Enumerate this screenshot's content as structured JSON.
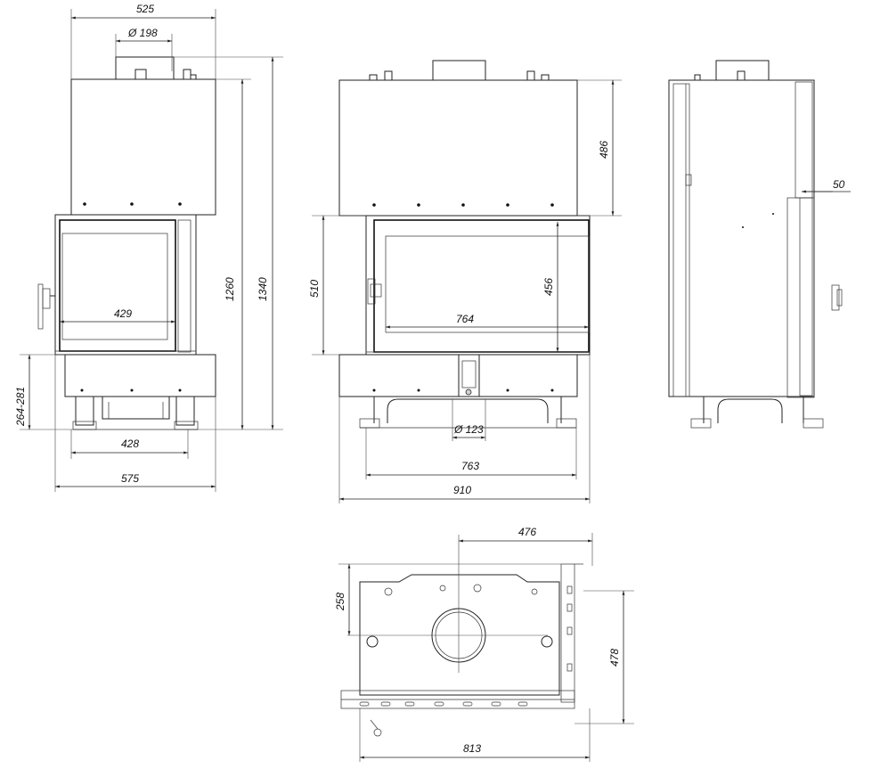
{
  "dimensions": {
    "front_top_width": "525",
    "flue_diameter": "Ø 198",
    "front_height_inner": "1260",
    "front_height_total": "1340",
    "front_glass_width": "429",
    "front_leg_range": "264-281",
    "front_base_width": "428",
    "front_total_width": "575",
    "side_hood_height": "486",
    "side_glass_height": "510",
    "side_glass_inner_height": "456",
    "side_glass_width": "764",
    "side_air_diameter": "Ø 123",
    "side_base_width": "763",
    "side_total_width": "910",
    "profile_offset": "50",
    "top_depth_offset": "476",
    "top_flue_offset": "258",
    "top_depth": "478",
    "top_width": "813"
  }
}
